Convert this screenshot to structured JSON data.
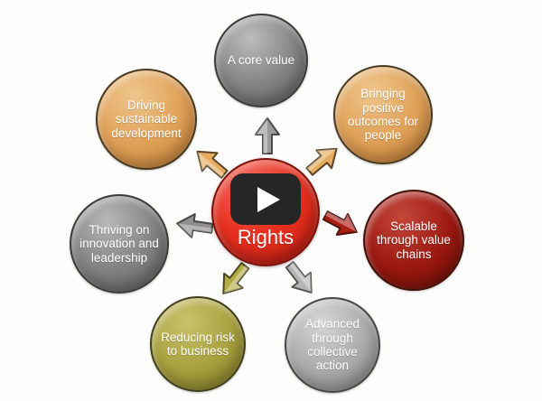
{
  "diagram": {
    "background_color": "#fdfdfc",
    "center": {
      "label": "Rights",
      "icon": "youtube-play-icon",
      "colors": {
        "fill": "#e7301f",
        "light": "#f2685b",
        "dark": "#c21d10",
        "border": "#7e120a",
        "play_bg": "#262626",
        "play_triangle": "#ffffff",
        "text": "#ffffff"
      }
    },
    "nodes": [
      {
        "id": "top",
        "label": "A core value",
        "colors": {
          "fill": "#848484",
          "light": "#bcbcbc",
          "dark": "#5e5e5e",
          "border": "#3c3c3c",
          "text": "#ffffff"
        },
        "arrow": {
          "fill": "#9b9b9b",
          "stroke": "#4a4a4a"
        }
      },
      {
        "id": "top-right",
        "label": "Bringing positive outcomes for people",
        "colors": {
          "fill": "#dfa057",
          "light": "#efc68c",
          "dark": "#c27f35",
          "border": "#4a3a22",
          "text": "#ffffff"
        },
        "arrow": {
          "fill": "#e7ac5f",
          "stroke": "#5a4526"
        }
      },
      {
        "id": "right",
        "label": "Scalable through value chains",
        "colors": {
          "fill": "#9c1911",
          "light": "#c4473a",
          "dark": "#6e0e08",
          "border": "#42120c",
          "text": "#ffffff"
        },
        "arrow": {
          "fill": "#ab1d12",
          "stroke": "#4c120b"
        }
      },
      {
        "id": "bottom-right",
        "label": "Advanced through collective action",
        "colors": {
          "fill": "#ababab",
          "light": "#d6d6d6",
          "dark": "#878787",
          "border": "#474747",
          "text": "#ffffff"
        },
        "arrow": {
          "fill": "#b5b5b5",
          "stroke": "#555555"
        }
      },
      {
        "id": "bottom-left",
        "label": "Reducing risk to business",
        "colors": {
          "fill": "#a8a13e",
          "light": "#c9c26c",
          "dark": "#827b29",
          "border": "#43401d",
          "text": "#ffffff"
        },
        "arrow": {
          "fill": "#b3ac45",
          "stroke": "#4c481f"
        }
      },
      {
        "id": "left",
        "label": "Thriving on innovation and leadership",
        "colors": {
          "fill": "#828282",
          "light": "#b8b8b8",
          "dark": "#5c5c5c",
          "border": "#3c3c3c",
          "text": "#ffffff"
        },
        "arrow": {
          "fill": "#8f8f8f",
          "stroke": "#474747"
        }
      },
      {
        "id": "top-left",
        "label": "Driving sustainable development",
        "colors": {
          "fill": "#dfa057",
          "light": "#efc68c",
          "dark": "#c27f35",
          "border": "#4a3a22",
          "text": "#ffffff"
        },
        "arrow": {
          "fill": "#e7ac5f",
          "stroke": "#5a4526"
        }
      }
    ]
  }
}
